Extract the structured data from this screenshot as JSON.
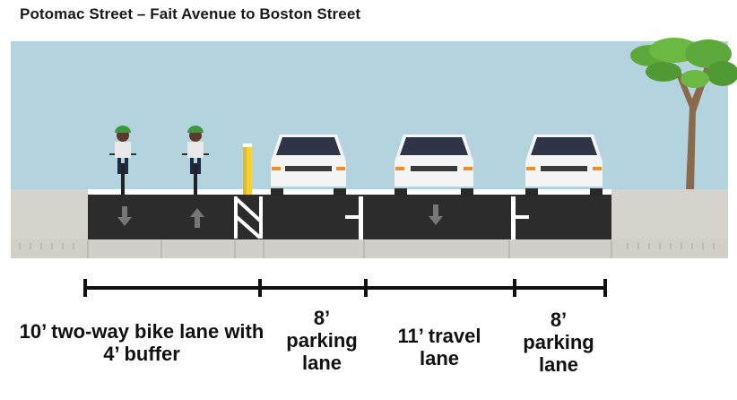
{
  "title": "Potomac Street – Fait Avenue to Boston Street",
  "segments": [
    {
      "id": "bike",
      "lines": [
        "10’ two-way bike lane with",
        "4’ buffer"
      ]
    },
    {
      "id": "park1",
      "lines": [
        "8’",
        "parking",
        "lane"
      ]
    },
    {
      "id": "travel",
      "lines": [
        "11’ travel",
        "lane"
      ]
    },
    {
      "id": "park2",
      "lines": [
        "8’",
        "parking",
        "lane"
      ]
    }
  ],
  "colors": {
    "sky": "#b3d3de",
    "road": "#2c2c2c",
    "sidewalk": "#d6d3cc",
    "car": "#f4f4f4",
    "bollard": "#f2d13a",
    "helmet": "#3a9a3a",
    "tree": "#5da83a"
  }
}
